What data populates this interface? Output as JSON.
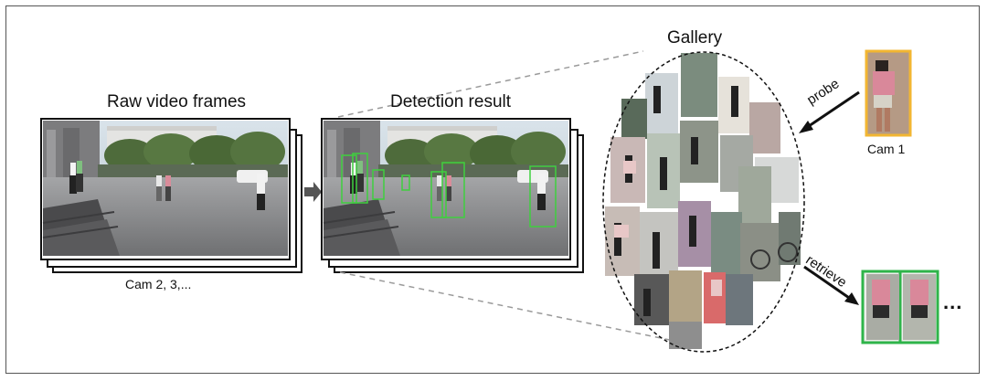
{
  "labels": {
    "raw_frames": "Raw video frames",
    "detection": "Detection result",
    "gallery": "Gallery",
    "probe": "probe",
    "retrieve": "retrieve",
    "cam1": "Cam 1",
    "cams_other": "Cam 2, 3,...",
    "ellipsis": "..."
  },
  "colors": {
    "detection_box": "#3fcf3f",
    "probe_border": "#f2b632",
    "retrieve_border": "#2fb44a",
    "sky": "#c9d6e0",
    "trees": "#4f6e3a",
    "ground": "#8a8a8c"
  },
  "icons": {
    "frames_to_detection": "chevron-right-arrow-icon",
    "probe_arrow": "arrow-down-left-icon",
    "retrieve_arrow": "arrow-down-right-icon"
  }
}
